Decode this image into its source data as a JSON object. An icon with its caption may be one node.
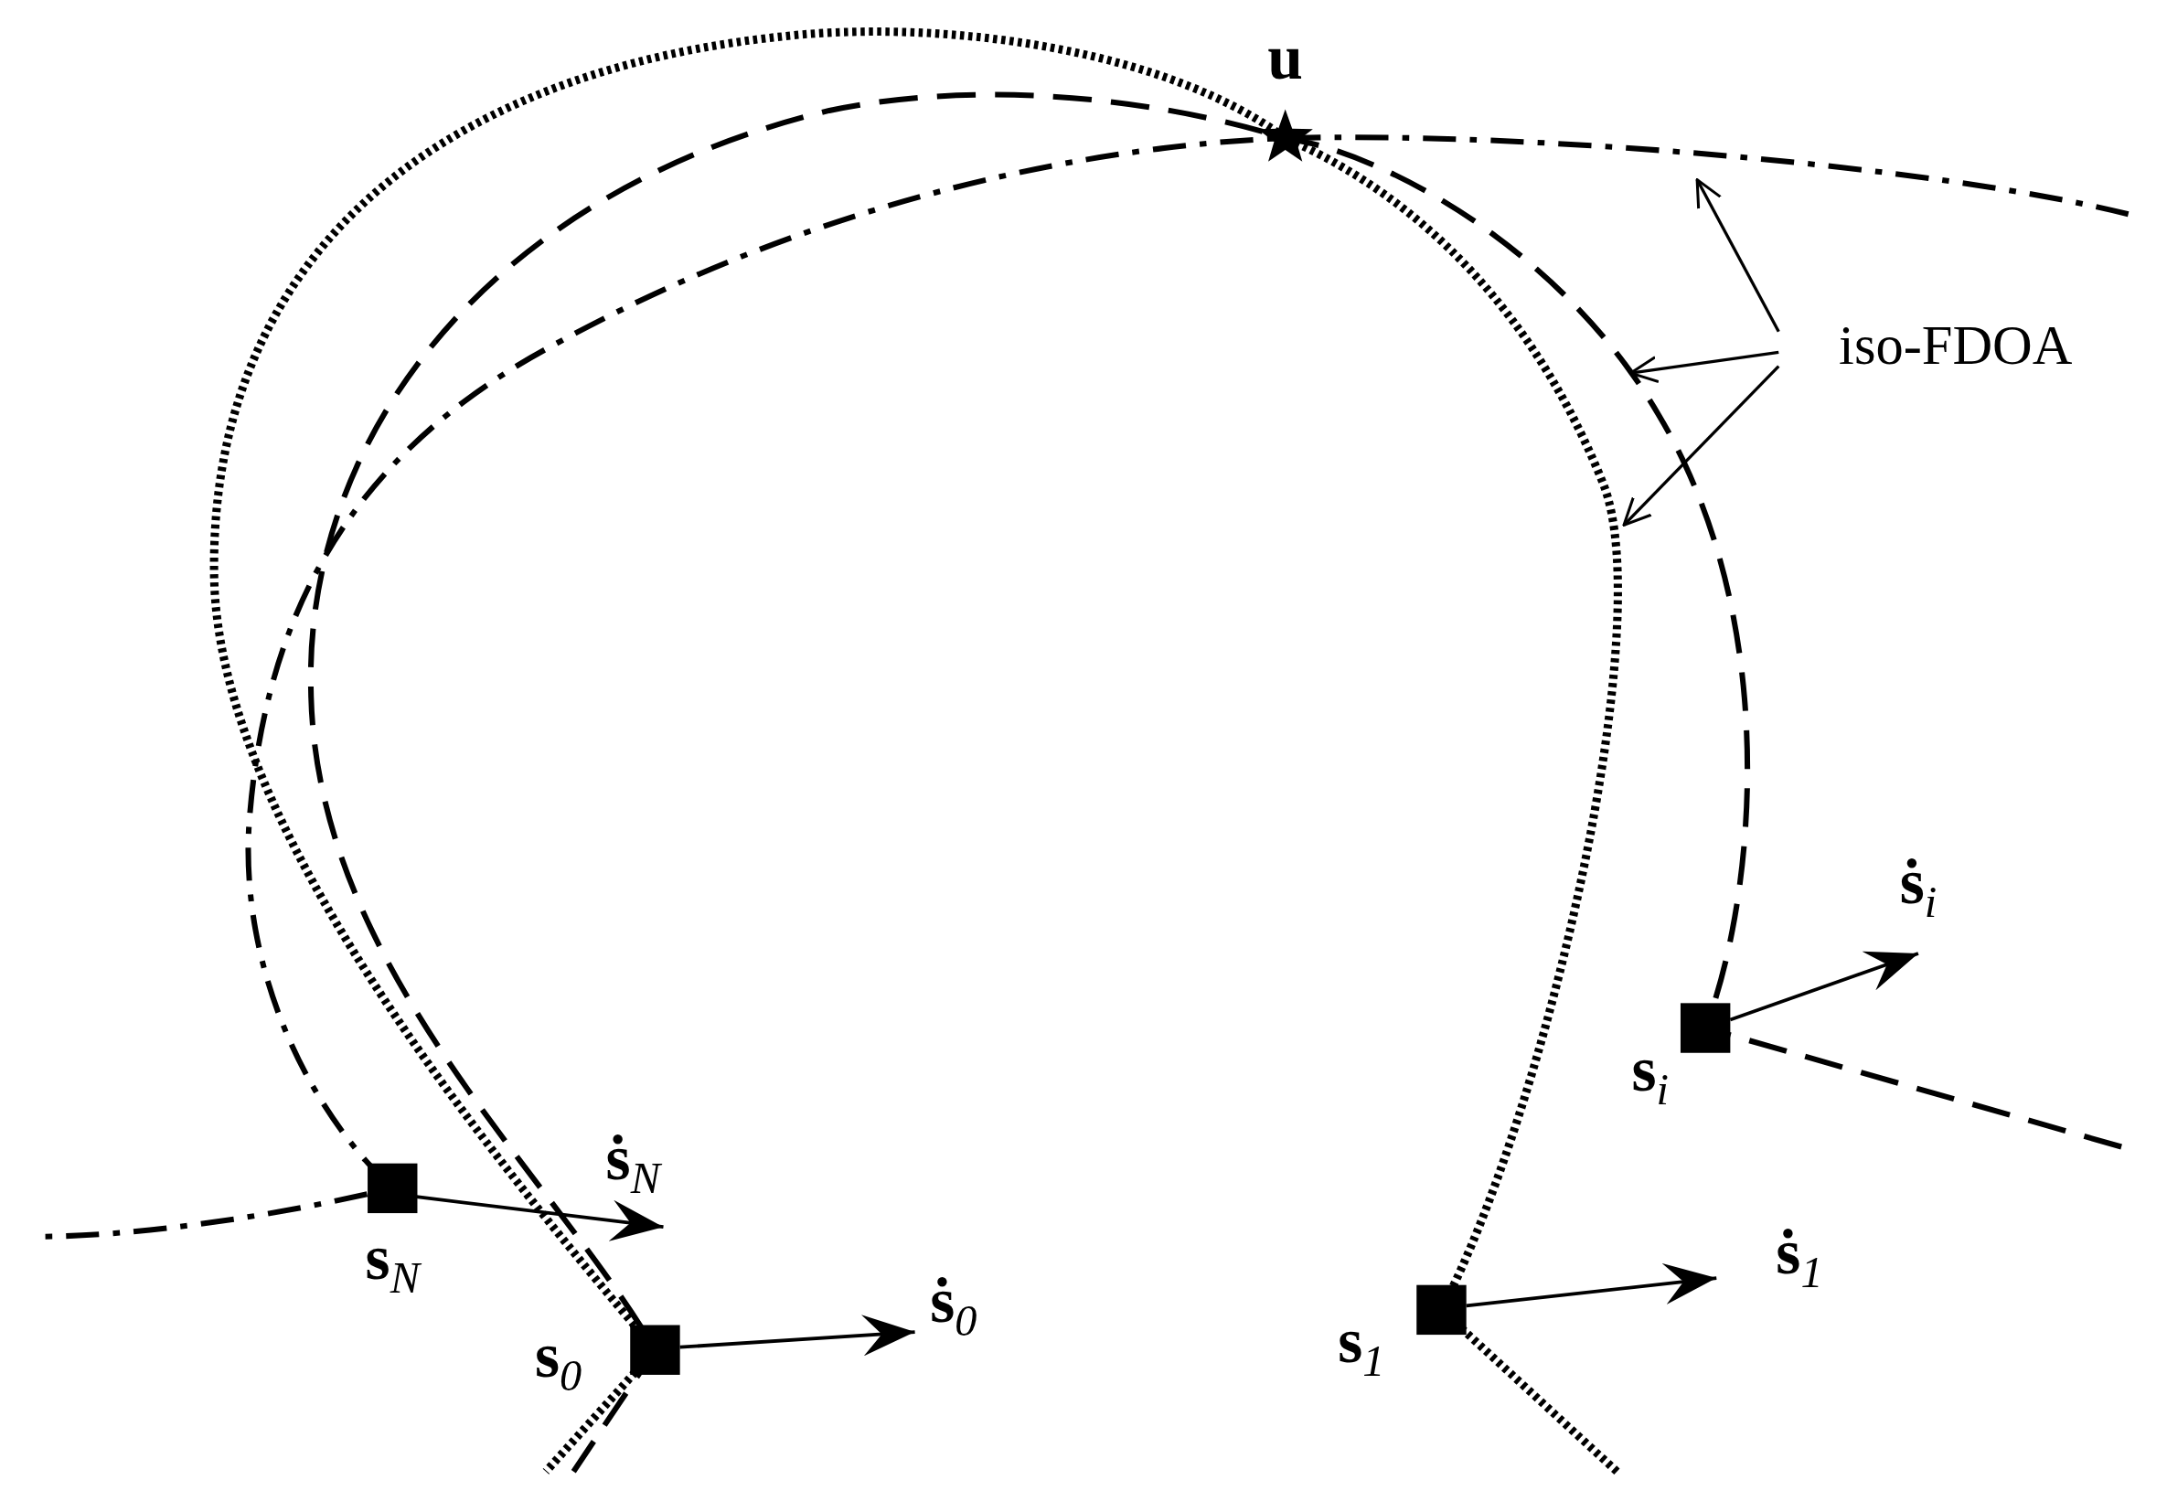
{
  "diagram": {
    "nodes": [
      {
        "text": [
          "u"
        ]
      },
      {
        "text": [
          "s$_{N}$"
        ]
      },
      {
        "text": [
          "s$_{0}$"
        ]
      },
      {
        "text": [
          "s$_{1}$"
        ]
      },
      {
        "text": [
          "s$_{i}$"
        ]
      },
      {
        "text": [
          "iso-FDOA"
        ]
      }
    ],
    "edges": [
      {
        "from": 5,
        "to": null,
        "arrow": "to"
      },
      {
        "from": 5,
        "to": null,
        "arrow": "to"
      },
      {
        "from": 5,
        "to": null,
        "arrow": "to"
      }
    ],
    "labels": [
      "ṡ$_{N}$",
      "ṡ$_{0}$",
      "ṡ$_{1}$",
      "ṡ$_{i}$"
    ]
  }
}
